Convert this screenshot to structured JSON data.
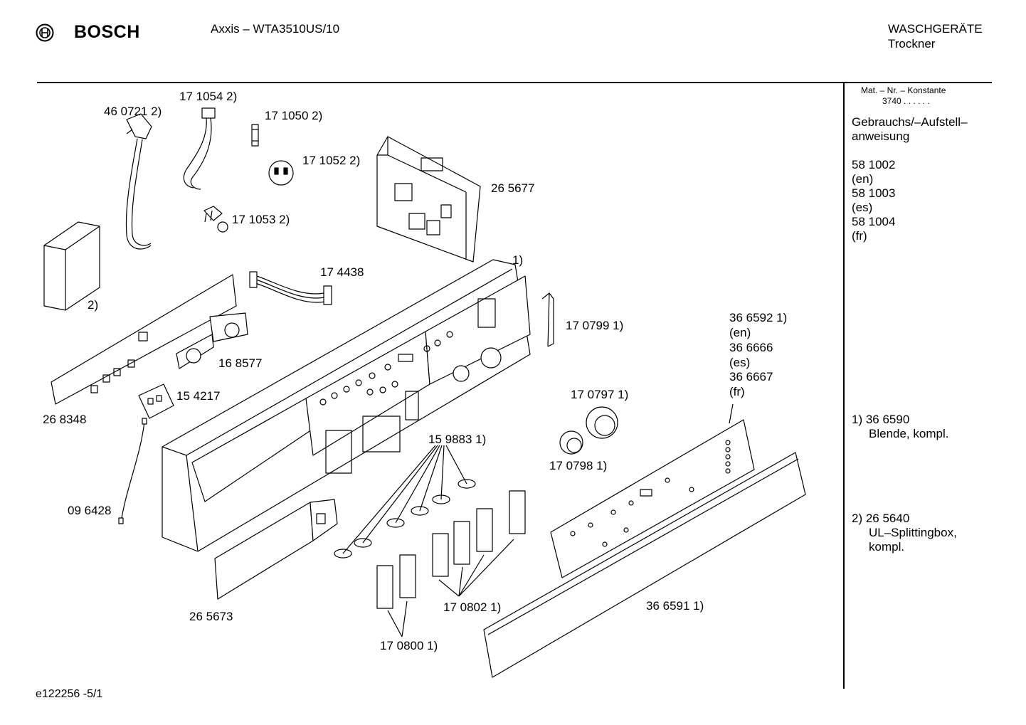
{
  "header": {
    "brand": "BOSCH",
    "model": "Axxis – WTA3510US/10",
    "category": "WASCHGERÄTE",
    "subcategory": "Trockner"
  },
  "sidebar": {
    "mat_label": "Mat. – Nr. – Konstante",
    "mat_value": "3740 . . . . . .",
    "manual_label_1": "Gebrauchs/–Aufstell–",
    "manual_label_2": "anweisung",
    "manuals": [
      {
        "number": "58 1002",
        "lang": "(en)"
      },
      {
        "number": "58 1003",
        "lang": "(es)"
      },
      {
        "number": "58 1004",
        "lang": "(fr)"
      }
    ],
    "note1_number": "1)  36 6590",
    "note1_text": "Blende, kompl.",
    "note2_number": "2)  26 5640",
    "note2_text_1": "UL–Splittingbox,",
    "note2_text_2": "kompl."
  },
  "parts": {
    "p460721": "46 0721 2)",
    "p171054": "17 1054 2)",
    "p171050": "17 1050 2)",
    "p171052": "17 1052 2)",
    "p171053": "17 1053 2)",
    "p265677": "26 5677",
    "p174438": "17 4438",
    "note1": "1)",
    "box_note": "2)",
    "p170799": "17 0799 1)",
    "p366592": "36 6592 1)",
    "p366592_lang": "(en)",
    "p366666": "36 6666",
    "p366666_lang": "(es)",
    "p366667": "36 6667",
    "p366667_lang": "(fr)",
    "p168577": "16 8577",
    "p154217": "15 4217",
    "p268348": "26 8348",
    "p170797": "17 0797 1)",
    "p170798": "17 0798 1)",
    "p159883": "15 9883 1)",
    "p096428": "09 6428",
    "p265673": "26 5673",
    "p170802": "17 0802 1)",
    "p170800": "17 0800 1)",
    "p366591": "36 6591 1)"
  },
  "footer": {
    "doc_id": "e122256 -5/1"
  }
}
